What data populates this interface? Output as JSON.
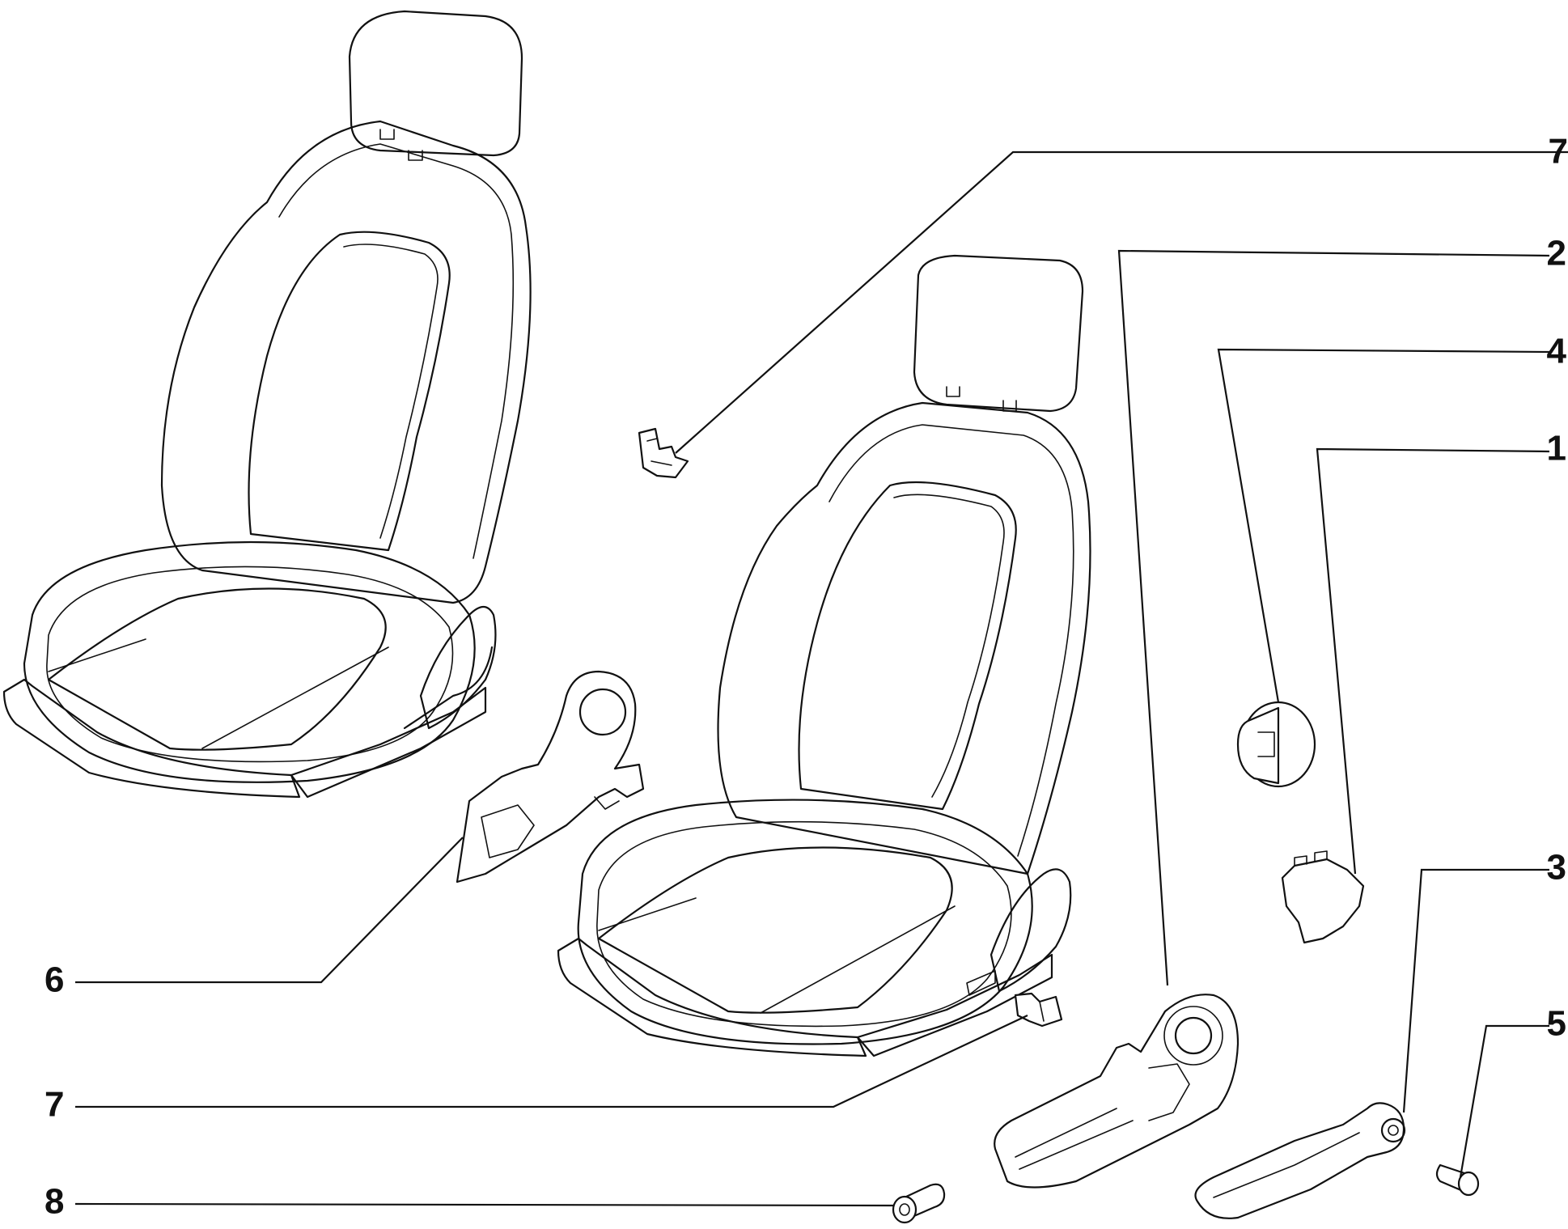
{
  "callouts": [
    {
      "id": "c7-top",
      "label": "7"
    },
    {
      "id": "c2",
      "label": "2"
    },
    {
      "id": "c4",
      "label": "4"
    },
    {
      "id": "c1",
      "label": "1"
    },
    {
      "id": "c3",
      "label": "3"
    },
    {
      "id": "c5",
      "label": "5"
    },
    {
      "id": "c6",
      "label": "6"
    },
    {
      "id": "c7-bottom",
      "label": "7"
    },
    {
      "id": "c8",
      "label": "8"
    }
  ]
}
